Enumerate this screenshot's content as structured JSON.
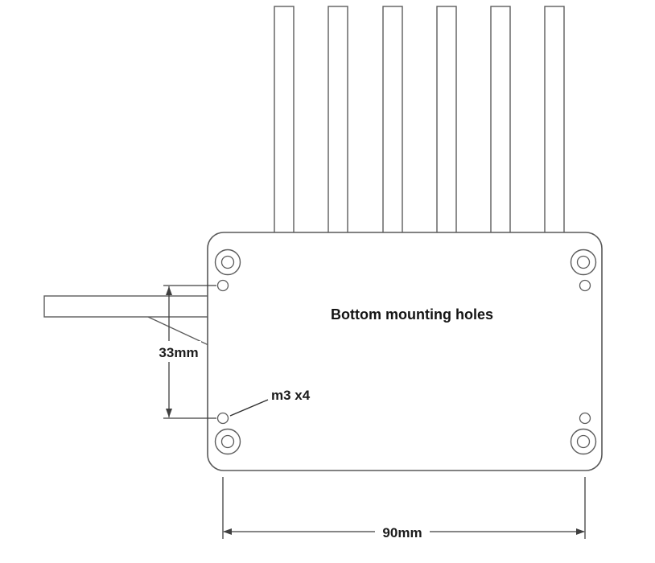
{
  "diagram": {
    "title": "Bottom mounting holes",
    "hole_label": "m3 x4",
    "vertical_dimension": "33mm",
    "horizontal_dimension": "90mm",
    "colors": {
      "line": "#585858",
      "dimension": "#3f3f3f",
      "text": "#1c1c1c",
      "background": "#ffffff"
    }
  }
}
